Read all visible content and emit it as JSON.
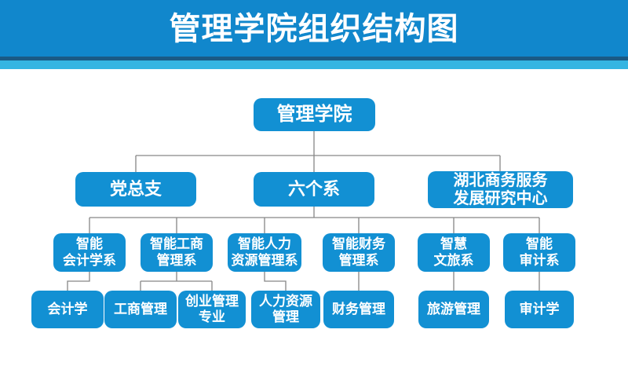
{
  "slide": {
    "title": "管理学院组织结构图"
  },
  "colors": {
    "banner_blue": "#1187CC",
    "divider_navy": "#1A5A85",
    "accent_strip_cyan": "#35B5E2",
    "node_blue": "#1290D3",
    "node_text": "#FFFFFF",
    "title_text": "#FFFFFF",
    "connector_gray": "#868686",
    "background": "#FFFFFF"
  },
  "org": {
    "root": {
      "label": "管理学院"
    },
    "level2": [
      {
        "label": "党总支"
      },
      {
        "label": "六个系"
      },
      {
        "label": "湖北商务服务\n发展研究中心"
      }
    ],
    "departments": [
      {
        "label": "智能\n会计学系"
      },
      {
        "label": "智能工商\n管理系"
      },
      {
        "label": "智能人力\n资源管理系"
      },
      {
        "label": "智能财务\n管理系"
      },
      {
        "label": "智慧\n文旅系"
      },
      {
        "label": "智能\n审计系"
      }
    ],
    "majors": [
      {
        "label": "会计学"
      },
      {
        "label": "工商管理"
      },
      {
        "label": "创业管理\n专业"
      },
      {
        "label": "人力资源\n管理"
      },
      {
        "label": "财务管理"
      },
      {
        "label": "旅游管理"
      },
      {
        "label": "审计学"
      }
    ]
  }
}
